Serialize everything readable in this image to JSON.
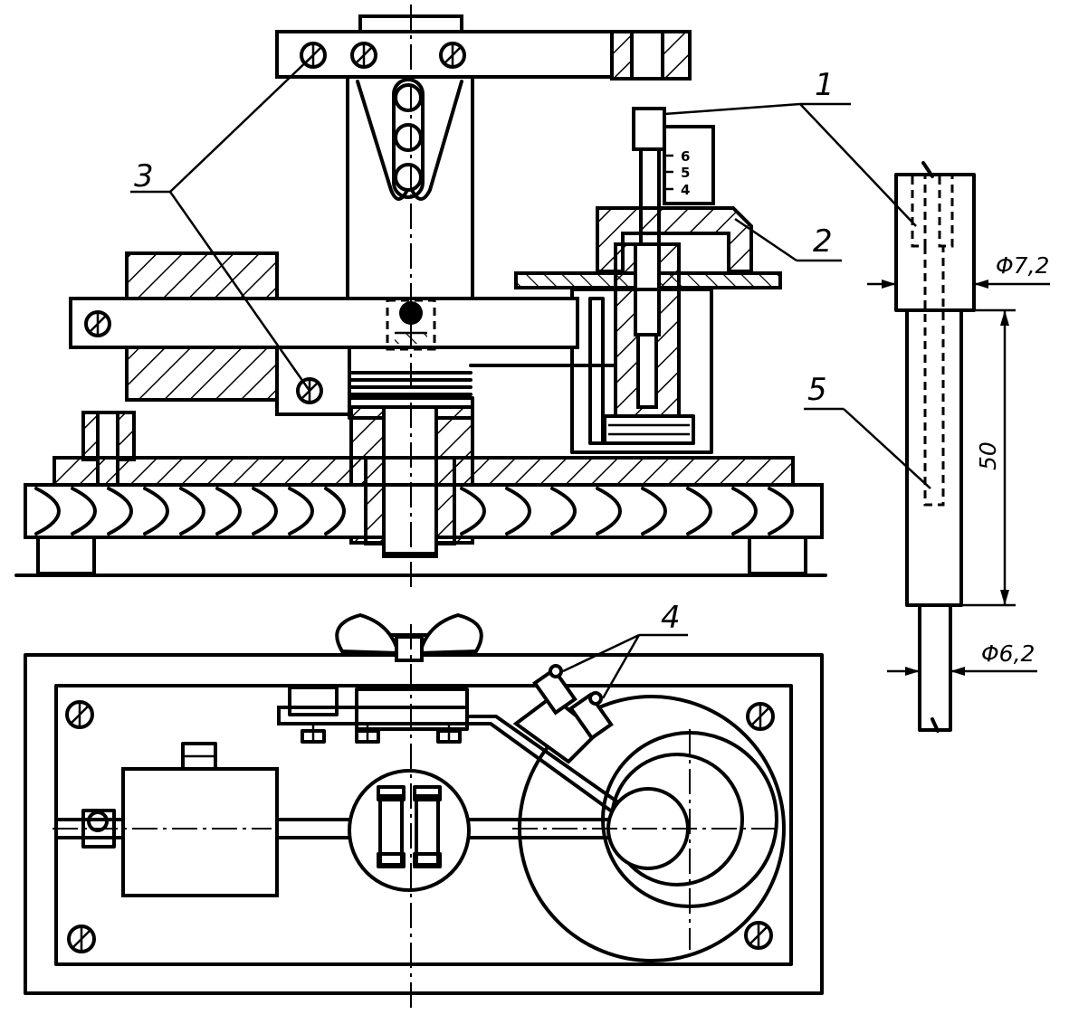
{
  "labels": {
    "callout_1": "1",
    "callout_2": "2",
    "callout_3": "3",
    "callout_4": "4",
    "callout_5": "5"
  },
  "dimensions": {
    "outer_diameter": "Φ7,2",
    "length": "50",
    "inner_diameter": "Φ6,2"
  },
  "scale_marks": [
    "6",
    "5",
    "4"
  ]
}
